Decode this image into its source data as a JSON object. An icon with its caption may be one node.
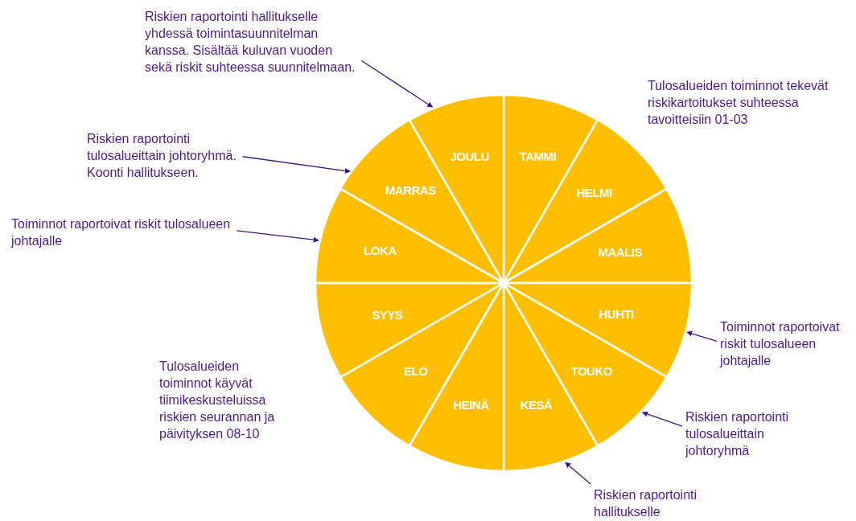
{
  "diagram": {
    "nodes": [
      {
        "text": [
          "TAMMI"
        ]
      },
      {
        "text": [
          "HELMI"
        ]
      },
      {
        "text": [
          "MAALIS"
        ]
      },
      {
        "text": [
          "HUHTI"
        ]
      },
      {
        "text": [
          "TOUKO"
        ]
      },
      {
        "text": [
          "KESÄ"
        ]
      },
      {
        "text": [
          "HEINÄ"
        ]
      },
      {
        "text": [
          "ELO"
        ]
      },
      {
        "text": [
          "SYYS"
        ]
      },
      {
        "text": [
          "LOKA"
        ]
      },
      {
        "text": [
          "MARRAS"
        ]
      },
      {
        "text": [
          "JOULU"
        ]
      },
      {
        "text": [
          "Riskien raportointi hallitukselle yhdessä toimintasuunnitelman kanssa. Sisältää kuluvan vuoden sekä riskit suhteessa suunnitelmaan."
        ]
      },
      {
        "text": [
          "Riskien raportointi tulosalueittain johtoryhmä. Koonti hallitukseen."
        ]
      },
      {
        "text": [
          "Toiminnot raportoivat riskit tulosalueen johtajalle"
        ]
      },
      {
        "text": [
          "Toiminnot raportoivat riskit tulosalueen johtajalle"
        ]
      },
      {
        "text": [
          "Riskien raportointi tulosalueittain johtoryhmä"
        ]
      },
      {
        "text": [
          "Riskien raportointi hallitukselle"
        ]
      }
    ],
    "edges": [
      {
        "from": 12,
        "to": 11,
        "arrow": "to"
      },
      {
        "from": 13,
        "to": 10,
        "arrow": "to"
      },
      {
        "from": 14,
        "to": 9,
        "arrow": "to"
      },
      {
        "from": 15,
        "to": 3,
        "arrow": "to"
      },
      {
        "from": 16,
        "to": 4,
        "arrow": "to"
      },
      {
        "from": 17,
        "to": 5,
        "arrow": "to"
      }
    ],
    "labels": [
      "Tulosalueiden toiminnot tekevät riskikartoitukset suhteessa tavoitteisiin 01-03",
      "Tulosalueiden toiminnot käyvät tiimikeskusteluissa riskien seurannan ja päivityksen 08-10"
    ]
  }
}
